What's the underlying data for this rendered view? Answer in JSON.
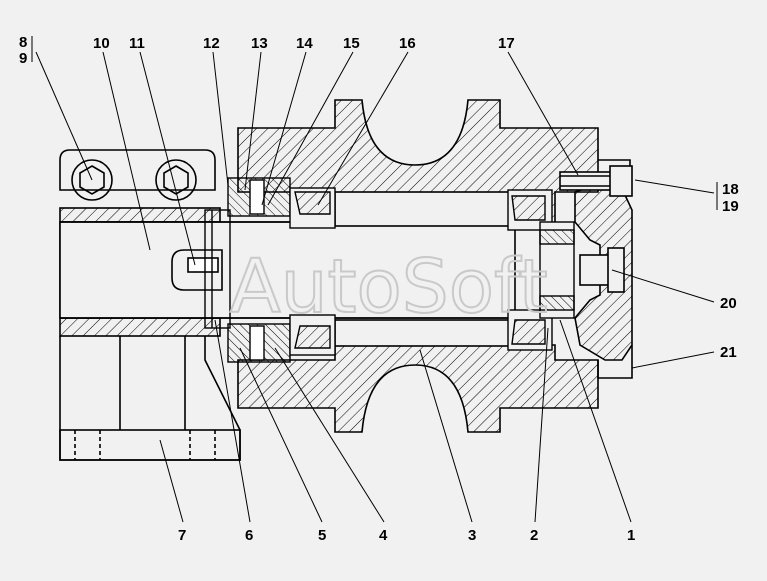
{
  "watermark": "AutoSoft",
  "colors": {
    "background": "#f1f1f1",
    "ink": "#000000",
    "watermark": "#c9c9c9"
  },
  "labels": {
    "n1": "1",
    "n2": "2",
    "n3": "3",
    "n4": "4",
    "n5": "5",
    "n6": "6",
    "n7": "7",
    "n8": "8",
    "n9": "9",
    "n10": "10",
    "n11": "11",
    "n12": "12",
    "n13": "13",
    "n14": "14",
    "n15": "15",
    "n16": "16",
    "n17": "17",
    "n18": "18",
    "n19": "19",
    "n20": "20",
    "n21": "21"
  }
}
